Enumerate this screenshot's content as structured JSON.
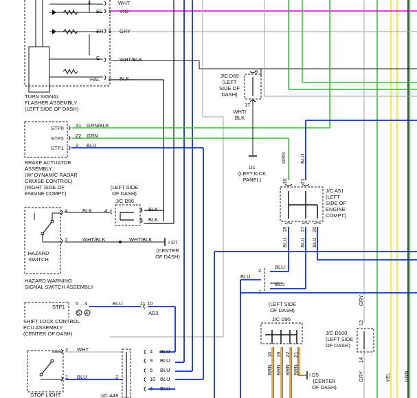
{
  "components": {
    "turn_signal": "TURN SIGNAL\nFLASHER ASSEMBLY\n(LEFT SIDE OF DASH)",
    "brake_actuator": "BRAKE ACTUATOR\nASSEMBLY\n(W/ DYNAMIC RADAR\nCRUISE CONTROL)\n(RIGHT SIDE OF\nENGINE COMPT)",
    "hazard_switch": "HAZARD\nSWITCH",
    "hazard_assembly": "HAZARD WARNING\nSIGNAL SWITCH ASSEMBLY",
    "shift_lock": "SHIFT LOCK CONTROL\nECU ASSEMBLY\n(CENTER OF DASH)",
    "stop_light": "STOP LIGHT",
    "jc_d69": "J/C D69\n(LEFT\nSIDE OF\nDASH)",
    "d1": "D1\n(LEFT KICK\nPANEL)",
    "jc_d96_loc": "(LEFT SIDE\nOF DASH)",
    "jc_d96": "J/C D96",
    "jc_a51": "J/C A51\n(LEFT\nSIDE OF\nENGINE\nCOMPT)",
    "d7": "I D7",
    "d7_loc": "(CENTER\nOF DASH)",
    "jc_d95_loc": "(LEFT SIDE\nOF DASH)",
    "jc_d95": "J/C D95",
    "jc_d100": "J/C D100\n(LEFT SIDE\nOF DASH)",
    "d5": "I D5",
    "d5_loc": "(CENTER\nOF DASH)",
    "ad3": "AD3",
    "jc_a48": "J/C A48"
  },
  "pins": {
    "el": "EL",
    "er": "ER",
    "e": "E",
    "hal": "HAL",
    "p4": "4",
    "p5": "5",
    "p6": "6",
    "p7": "7",
    "p8": "8",
    "stp0": "STP0",
    "stp2": "STP2",
    "stp1": "STP1",
    "n31": "31",
    "n22": "22",
    "n2": "2",
    "h4": "4",
    "h1": "1",
    "d96_4": "4",
    "d96_5": "5",
    "d96_6": "6",
    "d69_9": "9",
    "d69_17": "17",
    "a51_16": "16",
    "a51_21": "21",
    "a51_18": "18",
    "a51_17": "17",
    "a51_20": "20",
    "cx2": "2",
    "cx1": "1",
    "sl_1": "1",
    "sl_stp1": "STP1",
    "sl_5": "5",
    "sl_4": "4",
    "sl_10": "10",
    "sl_11": "11",
    "d95_10": "10",
    "d95_19": "19",
    "d95_22": "22",
    "d95_21": "21",
    "d100_12": "12",
    "d100_14": "14",
    "st_2": "2",
    "st_1": "1",
    "st_2b": "2",
    "b4": "4",
    "b9": "9",
    "b5": "5",
    "b10": "10",
    "b6": "6"
  },
  "wires": {
    "wht": "WHT",
    "vio": "VIO",
    "gry": "GRY",
    "wht_blk": "WHT/BLK",
    "blk": "BLK",
    "grn_blk": "GRN/BLK",
    "grn": "GRN",
    "blu": "BLU",
    "blk_d96a": "BLK",
    "blk_d96b": "BLK",
    "blk_hz": "BLK",
    "wb_h1": "WHT/BLK",
    "wb_h2": "WHT/BLK",
    "wb_d69": "WHT/\nBLK",
    "grn_v": "GRN",
    "blu_v": "BLU",
    "blu_a1": "BLU",
    "blu_a2": "BLU",
    "blu_a3": "BLU",
    "blu_c1": "BLU",
    "blu_c2": "BLU",
    "blu_c3": "BLU",
    "blu_sl": "BLU",
    "brn1": "BRN",
    "brn2": "BRN",
    "brn3": "BRN",
    "brn4": "BRN",
    "gry_v1": "GRY",
    "gry_v2": "GRY",
    "yel": "YEL",
    "grn_r": "GRN",
    "st_wht": "WHT",
    "st_blu": "BLU",
    "bl1": "BLU",
    "bl2": "BLU",
    "bl3": "BLU",
    "bl4": "BLU",
    "bl5": "BLU"
  },
  "colors": {
    "blue": "#1030c8",
    "green": "#2fbf2f",
    "magenta": "#e000e0",
    "yellow": "#e8e800",
    "brown": "#8a5a20",
    "orange": "#e0a020",
    "gray": "#b0b0b0",
    "black": "#111111"
  }
}
